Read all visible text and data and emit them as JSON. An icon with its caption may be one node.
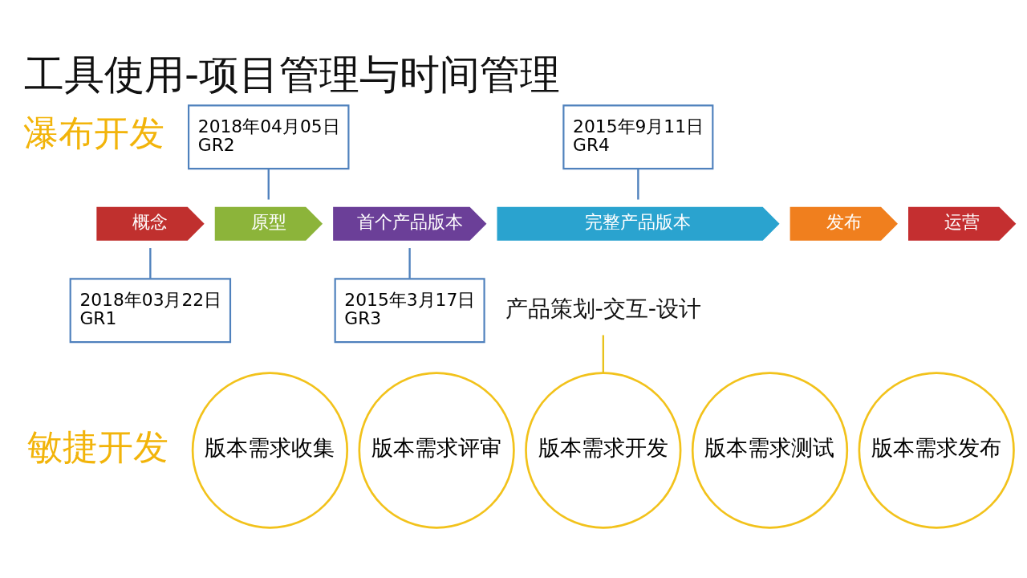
{
  "diagram": {
    "title": "工具使用-项目管理与时间管理",
    "nodes": [
      {
        "text": [
          "2018年04月05日",
          "GR2"
        ]
      },
      {
        "text": [
          "2015年9月11日",
          "GR4"
        ]
      },
      {
        "text": [
          "概念"
        ]
      },
      {
        "text": [
          "原型"
        ]
      },
      {
        "text": [
          "首个产品版本"
        ]
      },
      {
        "text": [
          "完整产品版本"
        ]
      },
      {
        "text": [
          "发布"
        ]
      },
      {
        "text": [
          "运营"
        ]
      },
      {
        "text": [
          "2018年03月22日",
          "GR1"
        ]
      },
      {
        "text": [
          "2015年3月17日",
          "GR3"
        ]
      },
      {
        "text": [
          "产品策划-交互-设计"
        ]
      },
      {
        "text": [
          "版本需求收集"
        ]
      },
      {
        "text": [
          "版本需求评审"
        ]
      },
      {
        "text": [
          "版本需求开发"
        ]
      },
      {
        "text": [
          "版本需求测试"
        ]
      },
      {
        "text": [
          "版本需求发布"
        ]
      }
    ],
    "edges": [
      {
        "from": 0,
        "to": 3,
        "arrow": "none"
      },
      {
        "from": 1,
        "to": 5,
        "arrow": "none"
      },
      {
        "from": 2,
        "to": 8,
        "arrow": "none"
      },
      {
        "from": 4,
        "to": 9,
        "arrow": "none"
      },
      {
        "from": 10,
        "to": 13,
        "arrow": "none",
        "color": "#e8c21c"
      }
    ],
    "labels": [
      "瀑布开发",
      "敏捷开发"
    ]
  }
}
